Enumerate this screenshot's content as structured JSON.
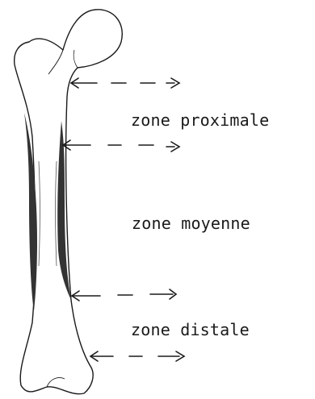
{
  "zones": {
    "proximale": "zone proximale",
    "moyenne": "zone moyenne",
    "distale": "zone distale"
  },
  "colors": {
    "ink": "#1a1a1a",
    "cortex": "#333333",
    "background": "#ffffff"
  }
}
